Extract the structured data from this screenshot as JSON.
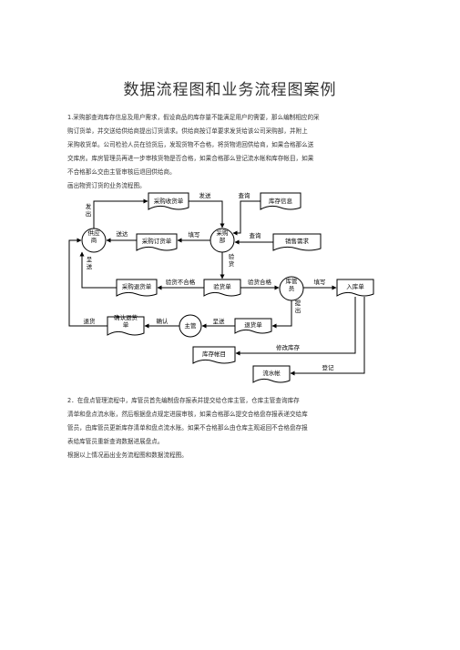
{
  "doc": {
    "title": "数据流程图和业务流程图案例",
    "section1": [
      "1.采购部查询库存信息及用户需求，假设商品的库存量不能满足用户的需要，那么编制相应的采",
      "购订货单，并交送给供给商提出订货请求。供给商按订单要求发货给该公司采购部，并附上",
      "采购收货单。公司检验人员在验货后，发现货物不合格，将货物退回供给商，如果合格那么送",
      "交库房。库房管理员再进一步审核货物是否合格，如果合格那么登记流水帐和库存帐目，如果",
      "不合格那么交由主管审核后退回供给商。",
      "画出物资订货的业务流程图。"
    ],
    "section2": [
      "2．在盘点管理流程中，库管员首先编制盘存报表并提交给仓库主管，仓库主管查询库存",
      "清单和盘点流水账，然后根据盘点规定进展审核，如果合格那么提交合格盘存报表递交给库",
      "管员，由库管员更新库存清单和盘点流水账。如果不合格那么由仓库主观返回不合格盘存报",
      "表给库管员重新查询数据进展盘点。",
      "根据以上情况画出业务流程图和数据流程图。"
    ]
  },
  "diagram": {
    "nodes": {
      "supplier": "供应\n商",
      "purchasing": "采购\n部",
      "warehouse_keeper": "库管\n员",
      "supervisor": "主管",
      "purchase_receipt": "采购收货单",
      "inventory_info": "库存信息",
      "purchase_order": "采购订货单",
      "sales_demand": "销售需求",
      "purchase_return": "采购退货单",
      "inspection_form": "验货单",
      "inbound_form": "入库单",
      "confirm_return": "确认退货\n单",
      "return_form": "退货单",
      "inventory_ledger": "库存帐目",
      "journal": "流水帐"
    },
    "labels": {
      "ship": "发\n出",
      "deliver_top": "发送",
      "query_top": "查询",
      "send": "送达",
      "fill_1": "填写",
      "query_right": "查询",
      "inspect": "验\n货",
      "present_left": "呈\n送",
      "fail": "验货不合格",
      "pass": "验货合格",
      "fill_2": "填写",
      "submit": "提\n出",
      "return_goods": "退货",
      "confirm": "确认",
      "present_bottom": "呈送",
      "modify_stock": "修改库存",
      "register": "登记"
    }
  }
}
